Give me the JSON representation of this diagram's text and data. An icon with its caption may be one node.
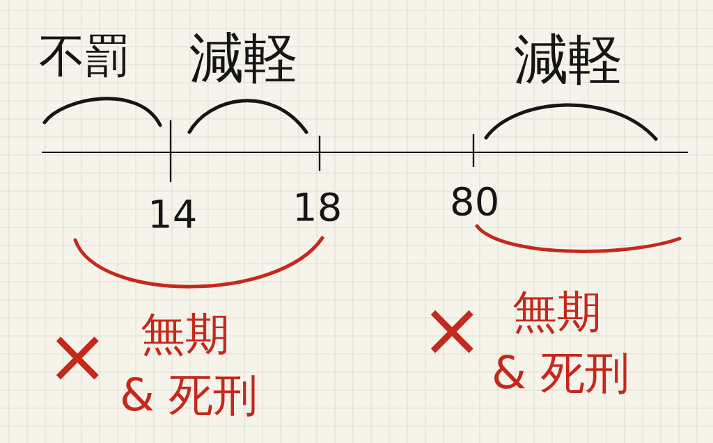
{
  "diagram": {
    "labels": [
      "不罰",
      "減軽",
      "減軽",
      "14",
      "18",
      "80",
      "×",
      "無期 & 死刑",
      "×",
      "無期 & 死刑"
    ]
  }
}
